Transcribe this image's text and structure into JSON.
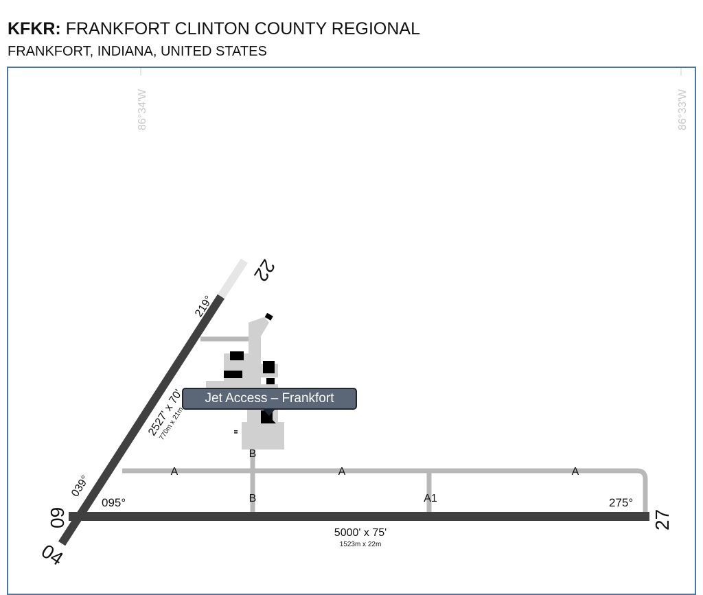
{
  "header": {
    "code": "KFKR:",
    "name": "FRANKFORT CLINTON COUNTY REGIONAL",
    "location": "FRANKFORT, INDIANA, UNITED STATES"
  },
  "grid": {
    "lon_left": "86°34'W",
    "lon_right": "86°33'W"
  },
  "runways": [
    {
      "ends": [
        "09",
        "27"
      ],
      "headings": [
        "095°",
        "275°"
      ],
      "length": "5000' x 75'",
      "metric": "1523m x 22m"
    },
    {
      "ends": [
        "04",
        "22"
      ],
      "headings": [
        "039°",
        "219°"
      ],
      "length": "2527' x 70'",
      "metric": "770m x 21m"
    }
  ],
  "taxiways": {
    "a": "A",
    "b": "B",
    "a1": "A1"
  },
  "tooltip": {
    "label": "Jet Access – Frankfort"
  },
  "colors": {
    "runway": "#404040",
    "taxiway": "#b8b8b8",
    "apron": "#d0d0d0",
    "building": "#000000",
    "frame": "#4a73b2"
  }
}
